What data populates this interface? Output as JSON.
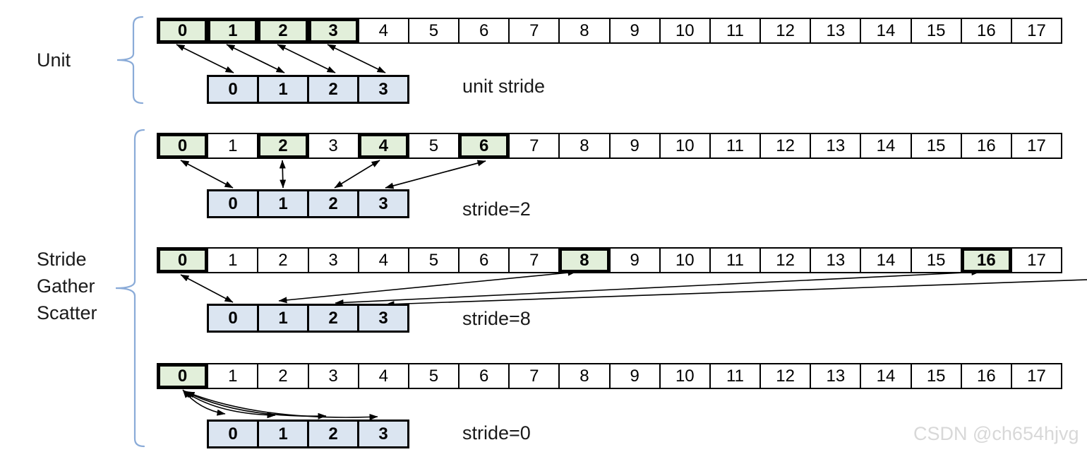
{
  "colors": {
    "highlight_green": "#e2efda",
    "vector_blue": "#dbe5f1",
    "cell_border": "#000000",
    "brace_blue": "#8aabd8",
    "label_text": "#1a1a1a",
    "watermark_gray": "#d8d8d8",
    "background": "#ffffff"
  },
  "groups": [
    {
      "id": "unit",
      "lines": [
        "Unit"
      ]
    },
    {
      "id": "stride-gather-scatter",
      "lines": [
        "Stride",
        "Gather",
        "Scatter"
      ]
    }
  ],
  "memory_values": [
    "0",
    "1",
    "2",
    "3",
    "4",
    "5",
    "6",
    "7",
    "8",
    "9",
    "10",
    "11",
    "12",
    "13",
    "14",
    "15",
    "16",
    "17"
  ],
  "vector_values": [
    "0",
    "1",
    "2",
    "3"
  ],
  "rows": [
    {
      "caption": "unit stride",
      "highlighted": [
        0,
        1,
        2,
        3
      ],
      "mapping": [
        {
          "mem": 0,
          "vec": 0
        },
        {
          "mem": 1,
          "vec": 1
        },
        {
          "mem": 2,
          "vec": 2
        },
        {
          "mem": 3,
          "vec": 3
        }
      ]
    },
    {
      "caption": "stride=2",
      "highlighted": [
        0,
        2,
        4,
        6
      ],
      "mapping": [
        {
          "mem": 0,
          "vec": 0
        },
        {
          "mem": 2,
          "vec": 1
        },
        {
          "mem": 4,
          "vec": 2
        },
        {
          "mem": 6,
          "vec": 3
        }
      ]
    },
    {
      "caption": "stride=8",
      "highlighted": [
        0,
        8,
        16
      ],
      "mapping": [
        {
          "mem": 0,
          "vec": 0
        },
        {
          "mem": 8,
          "vec": 1
        },
        {
          "mem": 16,
          "vec": 2
        },
        {
          "mem": "offscreen-right",
          "vec": 3
        }
      ]
    },
    {
      "caption": "stride=0",
      "highlighted": [
        0
      ],
      "mapping": [
        {
          "mem": 0,
          "vec": 0
        },
        {
          "mem": 0,
          "vec": 1
        },
        {
          "mem": 0,
          "vec": 2
        },
        {
          "mem": 0,
          "vec": 3
        }
      ]
    }
  ],
  "watermark": {
    "text": "CSDN @ch654hjvg"
  }
}
